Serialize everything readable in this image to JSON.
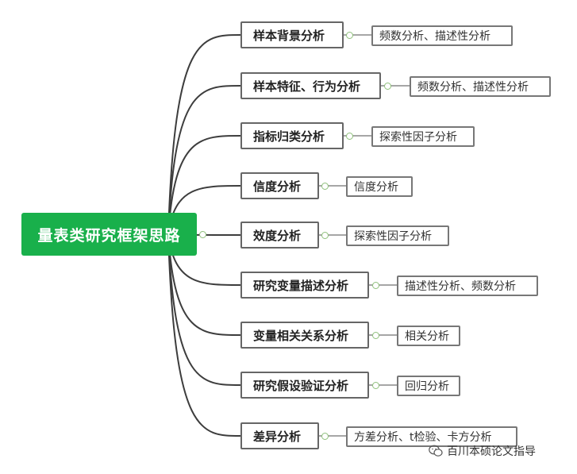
{
  "root": {
    "label": "量表类研究框架思路"
  },
  "branches": [
    {
      "label": "样本背景分析",
      "leaf": "频数分析、描述性分析"
    },
    {
      "label": "样本特征、行为分析",
      "leaf": "频数分析、描述性分析"
    },
    {
      "label": "指标归类分析",
      "leaf": "探索性因子分析"
    },
    {
      "label": "信度分析",
      "leaf": "信度分析"
    },
    {
      "label": "效度分析",
      "leaf": "探索性因子分析"
    },
    {
      "label": "研究变量描述分析",
      "leaf": "描述性分析、频数分析"
    },
    {
      "label": "变量相关关系分析",
      "leaf": "相关分析"
    },
    {
      "label": "研究假设验证分析",
      "leaf": "回归分析"
    },
    {
      "label": "差异分析",
      "leaf": "方差分析、t检验、卡方分析"
    }
  ],
  "watermark": {
    "text": "百川本硕论文指导",
    "icon": "wechat-icon"
  },
  "colors": {
    "root_fill": "#19b04b",
    "connector": "#3d3d3d",
    "knob": "#8ec07a",
    "box_border": "#666666"
  }
}
